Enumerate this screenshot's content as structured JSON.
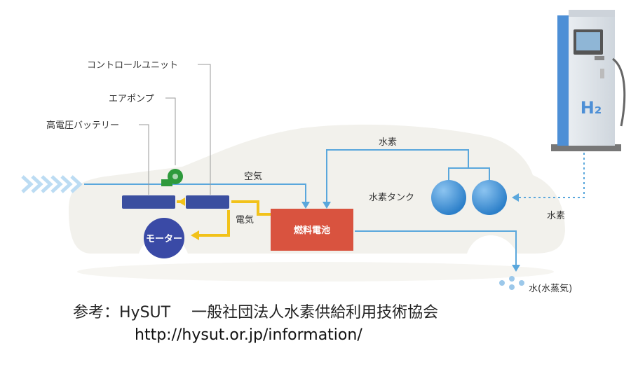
{
  "diagram": {
    "labels": {
      "control_unit": "コントロールユニット",
      "air_pump": "エアポンプ",
      "hv_battery": "高電圧バッテリー",
      "air": "空気",
      "hydrogen_top": "水素",
      "hydrogen_tank": "水素タンク",
      "electricity": "電気",
      "fuel_cell": "燃料電池",
      "motor": "モーター",
      "hydrogen_station": "水素",
      "water": "水(水蒸気)",
      "h2": "H₂"
    },
    "colors": {
      "car_body": "#f2f1ec",
      "flow_line": "#5aa7dc",
      "electric_line": "#f2c21a",
      "fuel_cell": "#d9533f",
      "motor": "#3a4aa6",
      "battery_block": "#3b4fa0",
      "tank": "#3f90d8",
      "air_pump": "#2e9a3c",
      "station_pillar": "#4d8fd6"
    }
  },
  "footer": {
    "reference_label": "参考：",
    "org_short": "HySUT",
    "org_full": "一般社団法人水素供給利用技術協会",
    "url": "http://hysut.or.jp/information/"
  }
}
